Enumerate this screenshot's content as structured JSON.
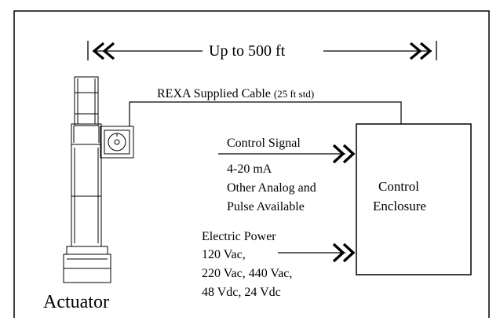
{
  "span": {
    "label": "Up to 500 ft"
  },
  "cable": {
    "label": "REXA Supplied  Cable",
    "note": "(25 ft std)"
  },
  "control_signal": {
    "title": "Control Signal",
    "lines": [
      "4-20 mA",
      "Other Analog and",
      "Pulse Available"
    ]
  },
  "electric_power": {
    "title": "Electric Power",
    "lines": [
      "120 Vac,",
      "220 Vac, 440 Vac,",
      "48 Vdc, 24 Vdc"
    ]
  },
  "enclosure": {
    "lines": [
      "Control",
      "Enclosure"
    ]
  },
  "actuator": {
    "label": "Actuator"
  }
}
